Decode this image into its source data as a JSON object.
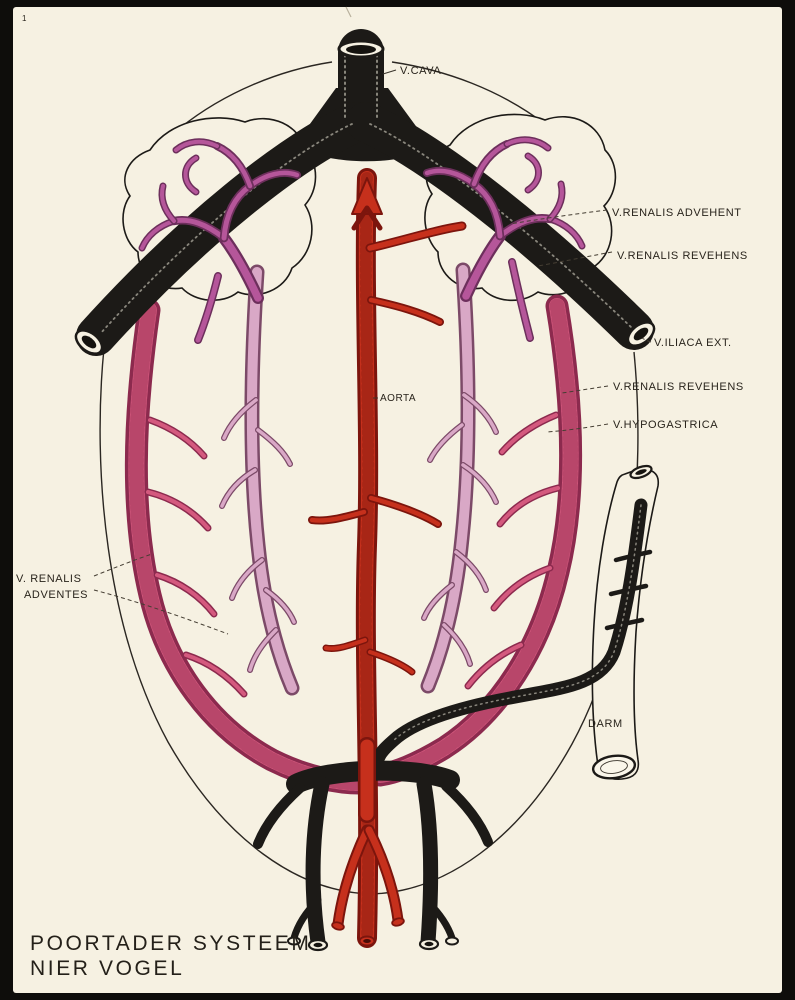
{
  "artwork": {
    "page_number": "1",
    "title": {
      "line1": "POORTADER SYSTEEM",
      "line2": "NIER VOGEL"
    },
    "labels": {
      "v_cava": "V.CAVA",
      "v_renalis_advehent": "V.RENALIS ADVEHENT",
      "v_renalis_revehens_upper": "V.RENALIS REVEHENS",
      "v_iliaca_ext": "V.ILIACA EXT.",
      "aorta": "AORTA",
      "v_renalis_revehens_lower": "V.RENALIS REVEHENS",
      "v_hypogastrica": "V.HYPOGASTRICA",
      "v_renalis_adventes_line1": "V. RENALIS",
      "v_renalis_adventes_line2": "ADVENTES",
      "darm": "DARM"
    },
    "colors": {
      "frame": "#0e0d0b",
      "paper": "#f6f1e2",
      "ink": "#1c1a17",
      "aorta_red": "#c6301c",
      "aorta_red_dark": "#7c150d",
      "vein_rose": "#d4597e",
      "vein_rose_dark": "#8c2a4e",
      "vein_lilac": "#d9a8c6",
      "vein_lilac_dark": "#7c4a68",
      "kidney_magenta": "#b5569a",
      "kidney_magenta_dark": "#6d2f5c"
    }
  }
}
